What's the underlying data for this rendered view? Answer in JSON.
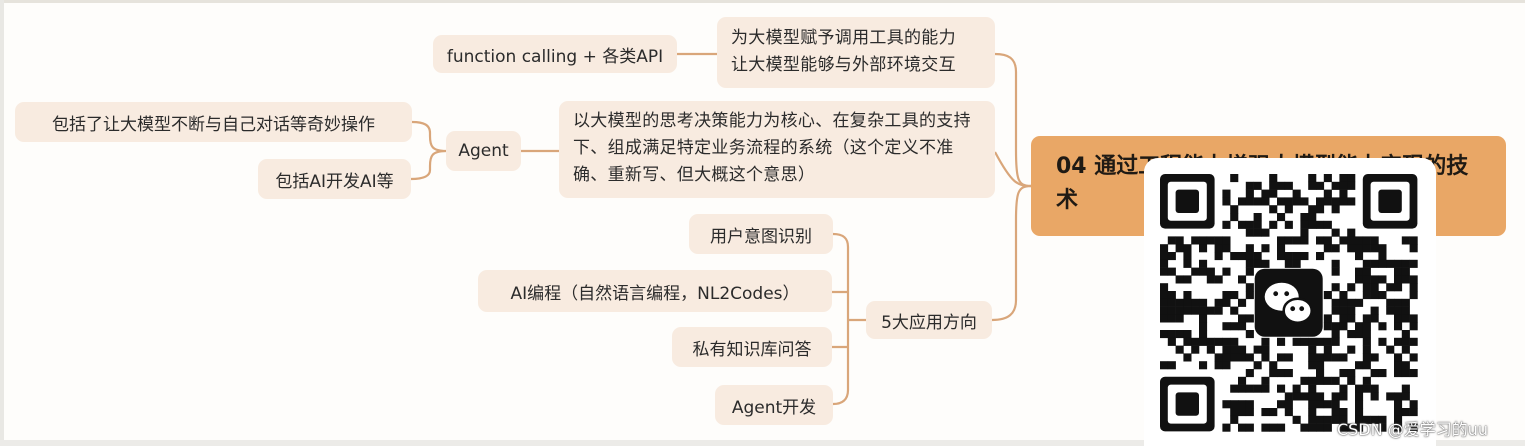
{
  "root": {
    "title": "04 通过工程能力增强大模型能力实现的技术"
  },
  "branches": {
    "tools": {
      "description": [
        "为大模型赋予调用工具的能力",
        "让大模型能够与外部环境交互"
      ],
      "child": "function calling + 各类API"
    },
    "agent": {
      "description": "以大模型的思考决策能力为核心、在复杂工具的支持下、组成满足特定业务流程的系统（这个定义不准确、重新写、但大概这个意思）",
      "label": "Agent",
      "children": [
        "包括了让大模型不断与自己对话等奇妙操作",
        "包括AI开发AI等"
      ]
    },
    "applications": {
      "label": "5大应用方向",
      "children": [
        "用户意图识别",
        "AI编程（自然语言编程，NL2Codes）",
        "私有知识库问答",
        "Agent开发"
      ]
    }
  },
  "watermark": "CSDN @爱学习的uu",
  "colors": {
    "node_bg": "#f8ebe0",
    "root_bg": "#e9a766",
    "connector": "#d9a67a"
  },
  "qr_center_icon": "wechat-icon"
}
